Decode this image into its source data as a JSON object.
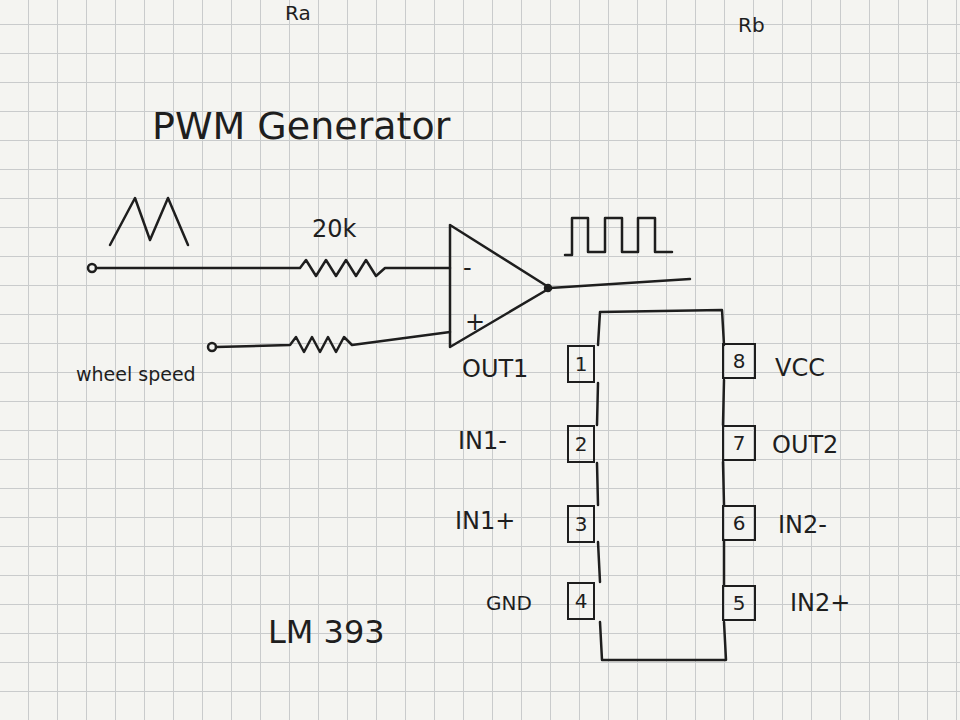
{
  "diagram": {
    "title": "PWM Generator",
    "nodes": [
      {
        "text": [
          "-",
          "+"
        ]
      },
      {
        "text": [
          "1"
        ]
      },
      {
        "text": [
          "2"
        ]
      },
      {
        "text": [
          "3"
        ]
      },
      {
        "text": [
          "4"
        ]
      },
      {
        "text": [
          "8"
        ]
      },
      {
        "text": [
          "7"
        ]
      },
      {
        "text": [
          "6"
        ]
      },
      {
        "text": [
          "5"
        ]
      }
    ],
    "labels": [
      "Ra",
      "Rb",
      "20k",
      "wheel speed",
      "OUT1",
      "IN1-",
      "IN1+",
      "GND",
      "VCC",
      "OUT2",
      "IN2-",
      "IN2+",
      "LM 393"
    ]
  }
}
